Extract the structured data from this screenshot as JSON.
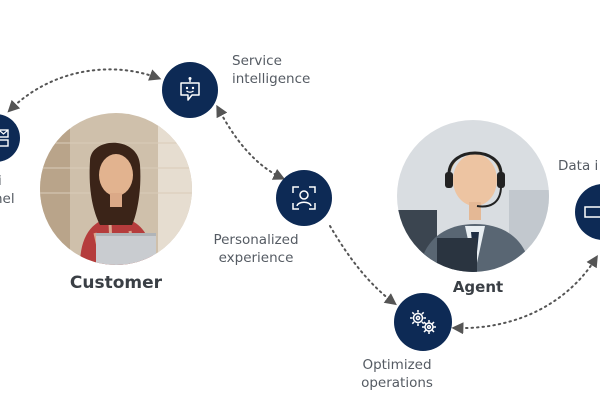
{
  "nodes": {
    "service_intelligence": {
      "lines": [
        "Service",
        "intelligence"
      ],
      "icon": "chatbot-icon"
    },
    "personalized_experience": {
      "lines": [
        "Personalized",
        "experience"
      ],
      "icon": "user-focus-icon"
    },
    "optimized_operations": {
      "lines": [
        "Optimized",
        "operations"
      ],
      "icon": "gears-icon"
    },
    "omnichannel": {
      "lines": [
        "i",
        "nel"
      ],
      "icon": "channels-icon"
    },
    "data_insights": {
      "lines": [
        "Data i"
      ],
      "icon": "data-icon"
    }
  },
  "people": {
    "customer": {
      "label": "Customer"
    },
    "agent": {
      "label": "Agent"
    }
  },
  "colors": {
    "node": "#0d2a55",
    "connector": "#555555",
    "label": "#555b63"
  }
}
